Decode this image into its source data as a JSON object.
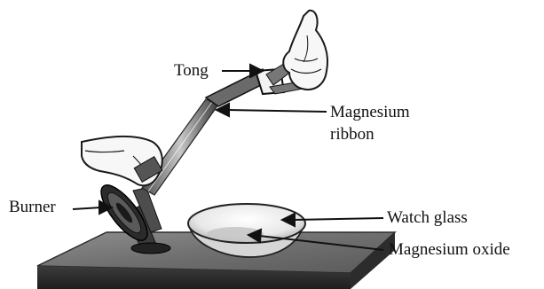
{
  "labels": {
    "tong": "Tong",
    "magnesium_ribbon_line1": "Magnesium",
    "magnesium_ribbon_line2": "ribbon",
    "burner": "Burner",
    "watch_glass": "Watch glass",
    "magnesium_oxide": "Magnesium oxide"
  }
}
